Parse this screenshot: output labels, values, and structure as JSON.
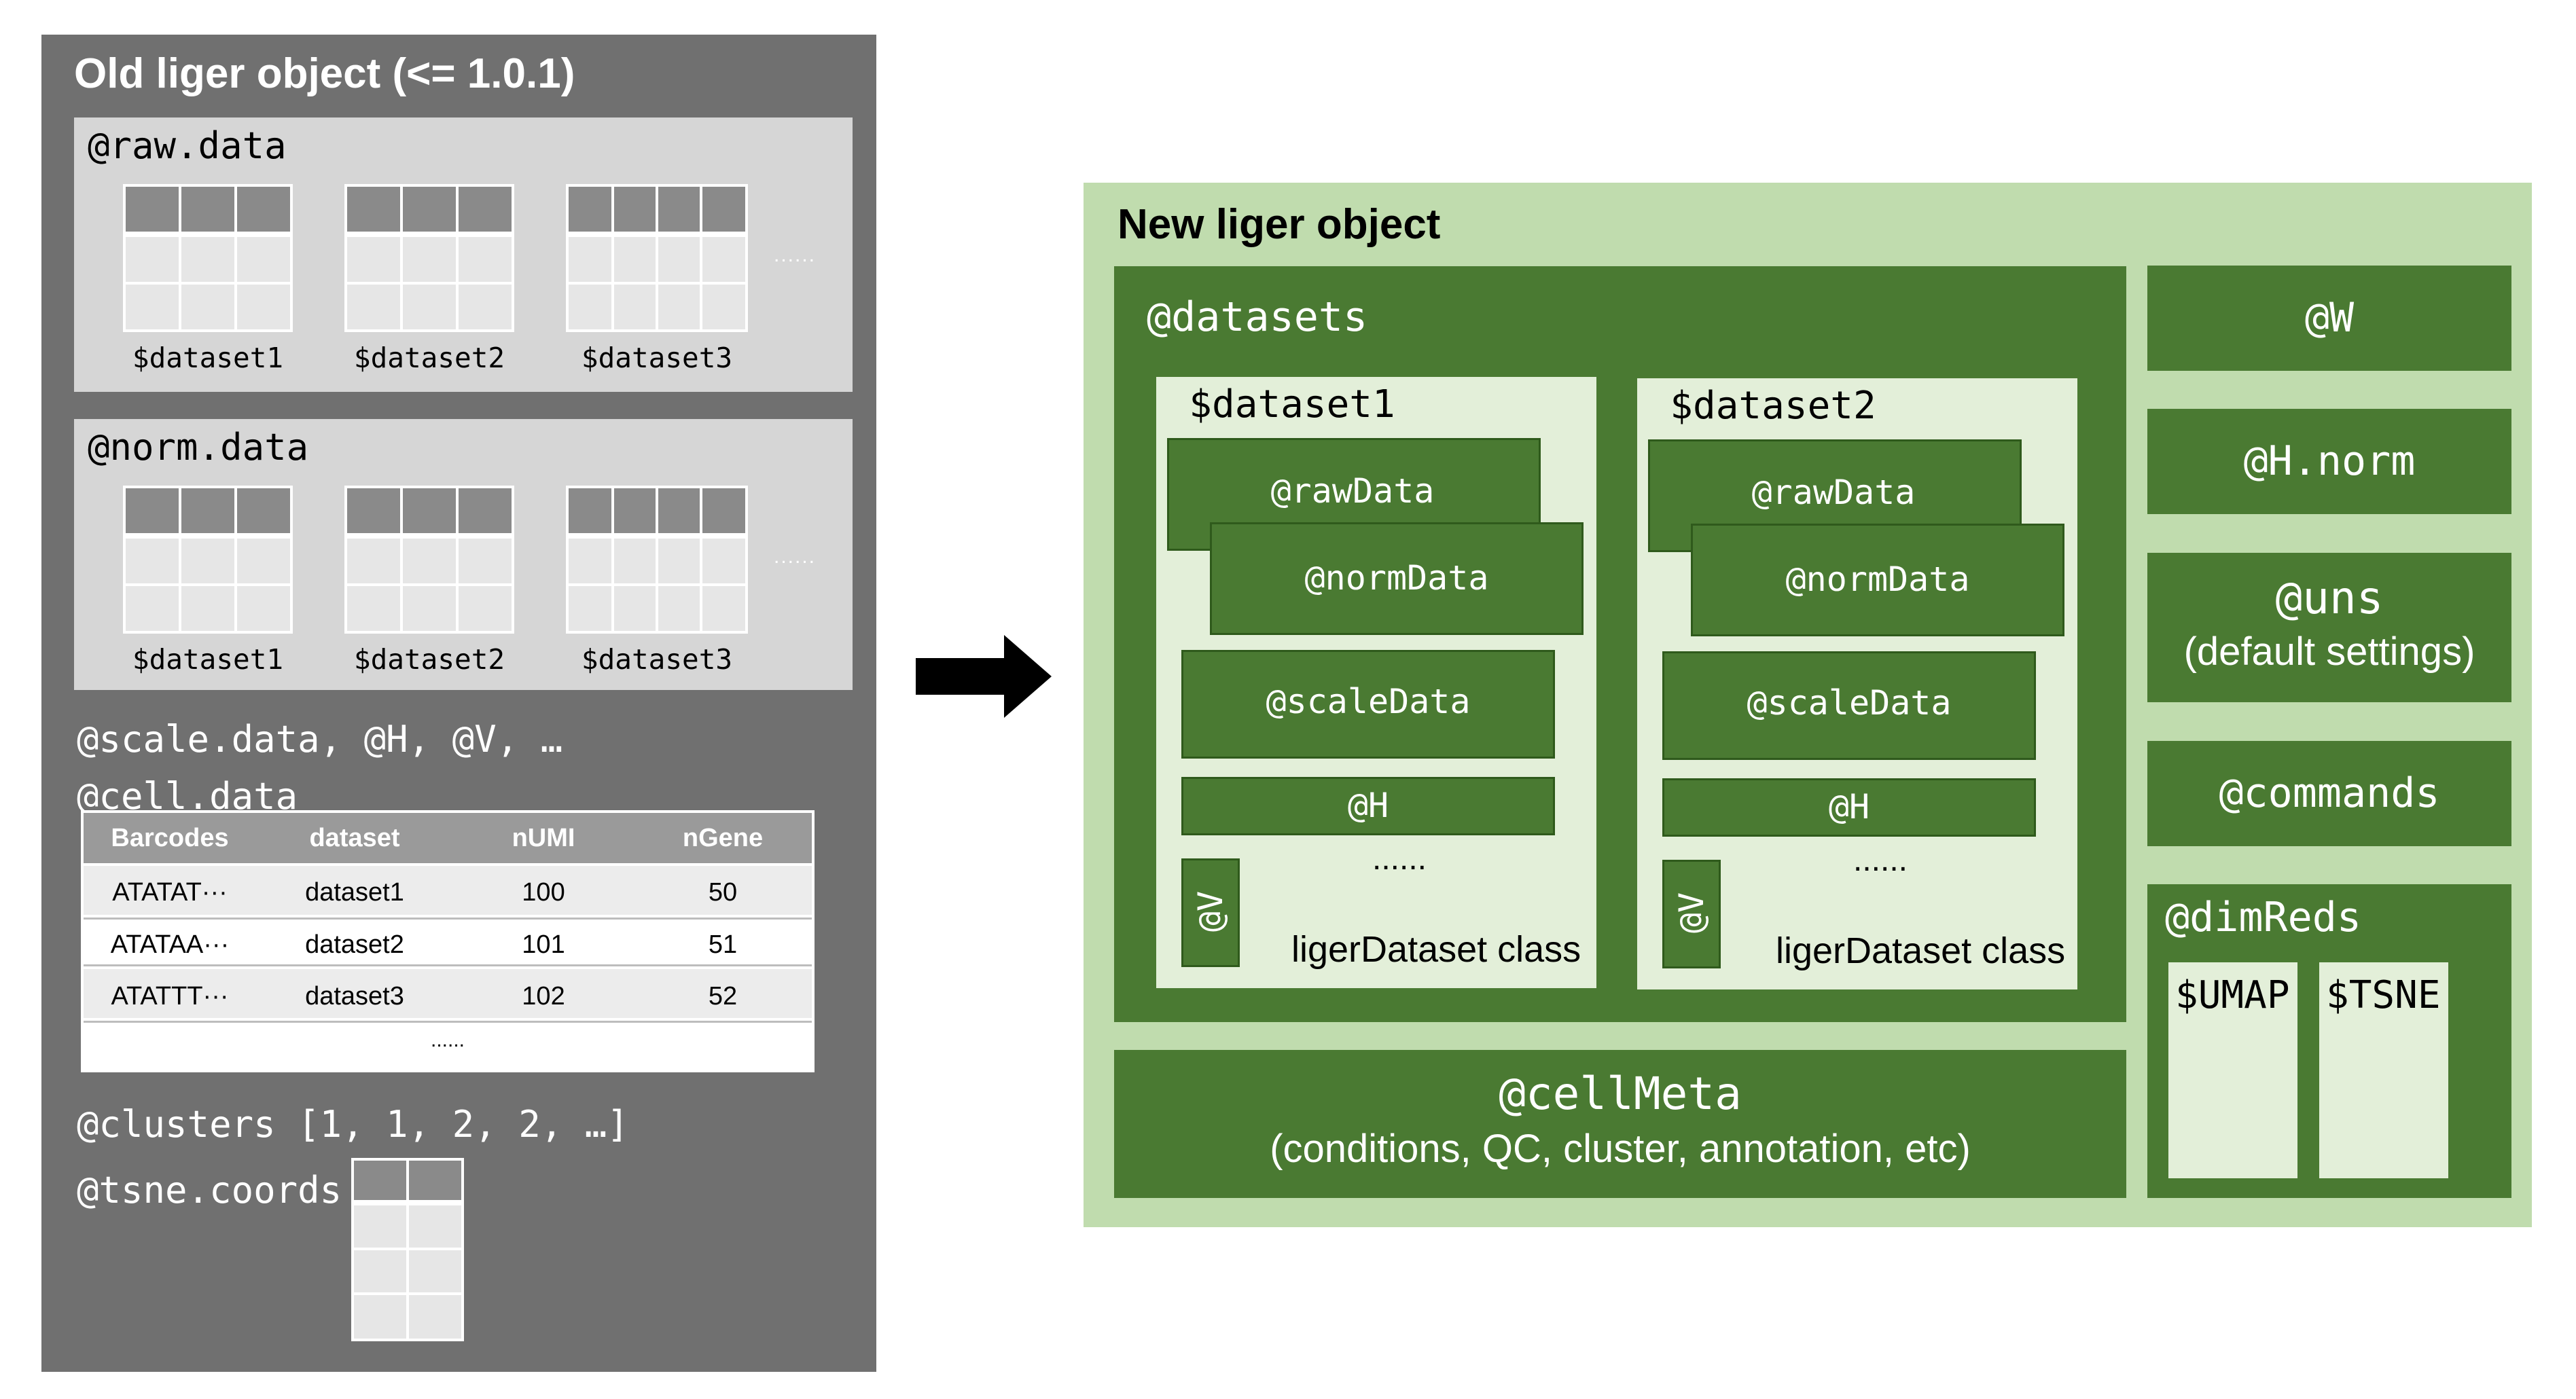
{
  "old": {
    "title": "Old liger object (<= 1.0.1)",
    "raw_title": "@raw.data",
    "raw_labels": [
      "$dataset1",
      "$dataset2",
      "$dataset3"
    ],
    "norm_title": "@norm.data",
    "norm_labels": [
      "$dataset1",
      "$dataset2",
      "$dataset3"
    ],
    "dots": "......",
    "scale_line": "@scale.data, @H, @V, …",
    "cell_title": "@cell.data",
    "cell_table": {
      "headers": [
        "Barcodes",
        "dataset",
        "nUMI",
        "nGene"
      ],
      "rows": [
        [
          "ATATAT···",
          "dataset1",
          "100",
          "50"
        ],
        [
          "ATATAA···",
          "dataset2",
          "101",
          "51"
        ],
        [
          "ATATTT···",
          "dataset3",
          "102",
          "52"
        ]
      ],
      "more": "......"
    },
    "clusters": "@clusters [1, 1, 2, 2, …]",
    "tsne": "@tsne.coords"
  },
  "new": {
    "title": "New liger object",
    "datasets_title": "@datasets",
    "datasets": [
      {
        "name": "$dataset1",
        "raw": "@rawData",
        "norm": "@normData",
        "scale": "@scaleData",
        "h": "@H",
        "v": "@V",
        "dots": "......",
        "cls": "ligerDataset class"
      },
      {
        "name": "$dataset2",
        "raw": "@rawData",
        "norm": "@normData",
        "scale": "@scaleData",
        "h": "@H",
        "v": "@V",
        "dots": "......",
        "cls": "ligerDataset class"
      }
    ],
    "cellmeta": "@cellMeta",
    "cellmeta_sub": "(conditions, QC, cluster, annotation, etc)",
    "w": "@W",
    "hnorm": "@H.norm",
    "uns": "@uns",
    "uns_sub": "(default settings)",
    "commands": "@commands",
    "dimreds": "@dimReds",
    "umap": "$UMAP",
    "tsne": "$TSNE"
  },
  "colors": {
    "old_panel": "#707070",
    "old_box": "#d6d6d6",
    "new_panel": "#c0dcae",
    "new_dark": "#4a7a32",
    "new_light": "#e3efd9",
    "arrow": "#000000"
  }
}
